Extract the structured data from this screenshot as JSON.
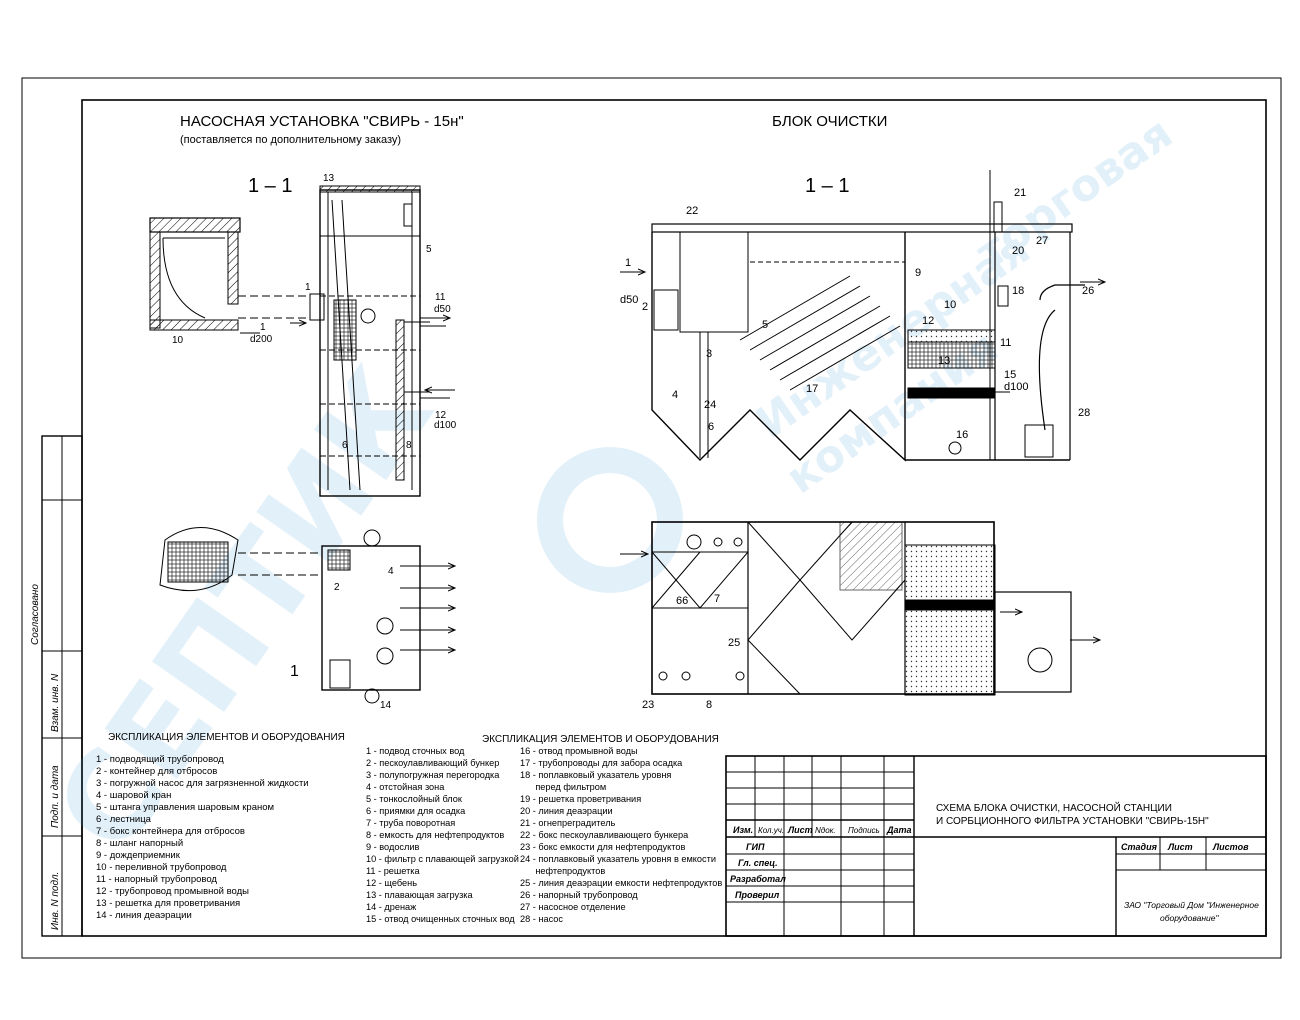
{
  "titles": {
    "pump": "НАСОСНАЯ УСТАНОВКА  \"СВИРЬ - 15н\"",
    "pump_note": "(поставляется по дополнительному заказу)",
    "block": "БЛОК ОЧИСТКИ",
    "section_pump": "1 – 1",
    "section_block": "1 – 1"
  },
  "side_stamp": [
    "Согласовано",
    "Взам. инв. N",
    "Подп. и дата",
    "Инв. N подл."
  ],
  "watermark": {
    "word1": "СЕПТИК",
    "word2": "Инженерная",
    "word3": "компания",
    "word4": "торговая",
    "color": "#4a9fd8"
  },
  "explication_left": {
    "title": "ЭКСПЛИКАЦИЯ ЭЛЕМЕНТОВ И ОБОРУДОВАНИЯ",
    "items": [
      "1 - подводящий трубопровод",
      "2 - контейнер для отбросов",
      "3 - погружной насос для загрязненной жидкости",
      "4 - шаровой кран",
      "5 - штанга управления шаровым краном",
      "6 - лестница",
      "7 - бокс контейнера для отбросов",
      "8 - шланг напорный",
      "9 - дождеприемник",
      "10 - переливной трубопровод",
      "11 - напорный трубопровод",
      "12 - трубопровод промывной воды",
      "13 - решетка для  проветривания",
      "14 - линия деаэрации"
    ]
  },
  "explication_right": {
    "title": "ЭКСПЛИКАЦИЯ ЭЛЕМЕНТОВ И ОБОРУДОВАНИЯ",
    "col1": [
      "1 - подвод сточных вод",
      "2 - пескоулавливающий бункер",
      "3 - полупогружная перегородка",
      "4 - отстойная зона",
      "5 - тонкослойный блок",
      "6 - приямки для осадка",
      "7 - труба поворотная",
      "8 - емкость для нефтепродуктов",
      "9 - водослив",
      "10 - фильтр с плавающей загрузкой",
      "11 - решетка",
      "12 - щебень",
      "13 - плавающая загрузка",
      "14 - дренаж",
      "15 - отвод очищенных сточных вод"
    ],
    "col2": [
      "16 - отвод промывной воды",
      "17 - трубопроводы для забора осадка",
      "18 - поплавковый указатель уровня",
      "      перед фильтром",
      "19 - решетка проветривания",
      "20 - линия деаэрации",
      "21 - огнепреградитель",
      "22 - бокс пескоулавливающего бункера",
      "23 - бокс емкости для нефтепродуктов",
      "24 - поплавковый указатель уровня в емкости",
      "      нефтепродуктов",
      "25 - линия деаэрации емкости нефтепродуктов",
      "26 - напорный трубопровод",
      "27 - насосное отделение",
      "28 - насос"
    ]
  },
  "title_block": {
    "header": [
      "Изм.",
      "Кол.уч.",
      "Лист",
      "Nдок.",
      "Подпись",
      "Дата"
    ],
    "roles": [
      "ГИП",
      "Гл. спец.",
      "Разработал",
      "Проверил"
    ],
    "title_line1": "СХЕМА БЛОКА ОЧИСТКИ, НАСОСНОЙ СТАНЦИИ",
    "title_line2": "И СОРБЦИОННОГО ФИЛЬТРА УСТАНОВКИ \"СВИРЬ-15Н\"",
    "stage": "Стадия",
    "sheet": "Лист",
    "sheets": "Листов",
    "org_line1": "ЗАО \"Торговый Дом \"Инженерное",
    "org_line2": "оборудование\""
  },
  "pump_labels": {
    "n1": "1",
    "d200": "d200",
    "n10": "10",
    "n13": "13",
    "n5": "5",
    "n11": "11",
    "d50": "d50",
    "n12": "12",
    "d100": "d100",
    "n6": "6",
    "n8": "8",
    "n4": "4",
    "n2": "2",
    "n14": "14",
    "n1b": "1",
    "n1c": "1"
  },
  "block_labels": {
    "n1": "1",
    "d50": "d50",
    "n2": "2",
    "n3": "3",
    "n4": "4",
    "n5": "5",
    "n6": "6",
    "n9": "9",
    "n10": "10",
    "n11": "11",
    "n12": "12",
    "n13": "13",
    "n15": "15",
    "d100": "d100",
    "n16": "16",
    "n17": "17",
    "n18": "18",
    "n20": "20",
    "n21": "21",
    "n22": "22",
    "n24": "24",
    "n26": "26",
    "n27": "27",
    "n28": "28",
    "n7": "7",
    "n8": "8",
    "n23": "23",
    "n25": "25",
    "n66": "66"
  }
}
